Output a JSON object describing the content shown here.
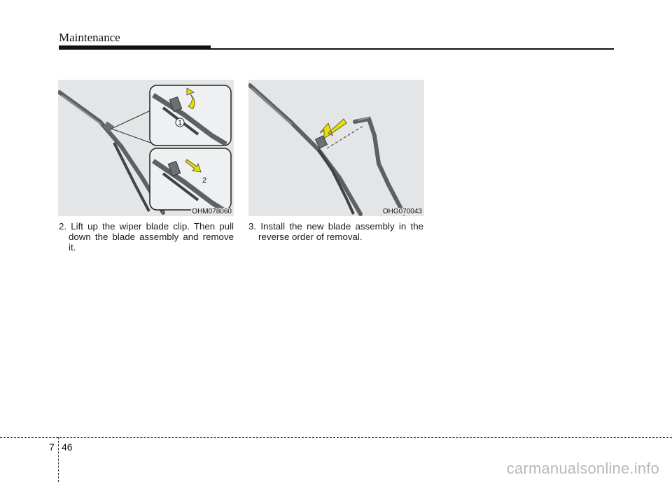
{
  "header": {
    "title": "Maintenance"
  },
  "figures": [
    {
      "code": "OHM078060",
      "callouts": [
        "1",
        "2"
      ]
    },
    {
      "code": "OHG070043"
    }
  ],
  "steps": [
    {
      "text": "2. Lift up the wiper blade clip. Then pull down the blade assembly and remove it."
    },
    {
      "text": "3. Install the new blade assembly in the reverse order of removal."
    }
  ],
  "footer": {
    "chapter": "7",
    "page": "46",
    "watermark": "carmanualsonline.info"
  },
  "colors": {
    "arrow": "#e8e000",
    "figure_bg": "#e3e5e6",
    "wiper": "#5c6166"
  }
}
